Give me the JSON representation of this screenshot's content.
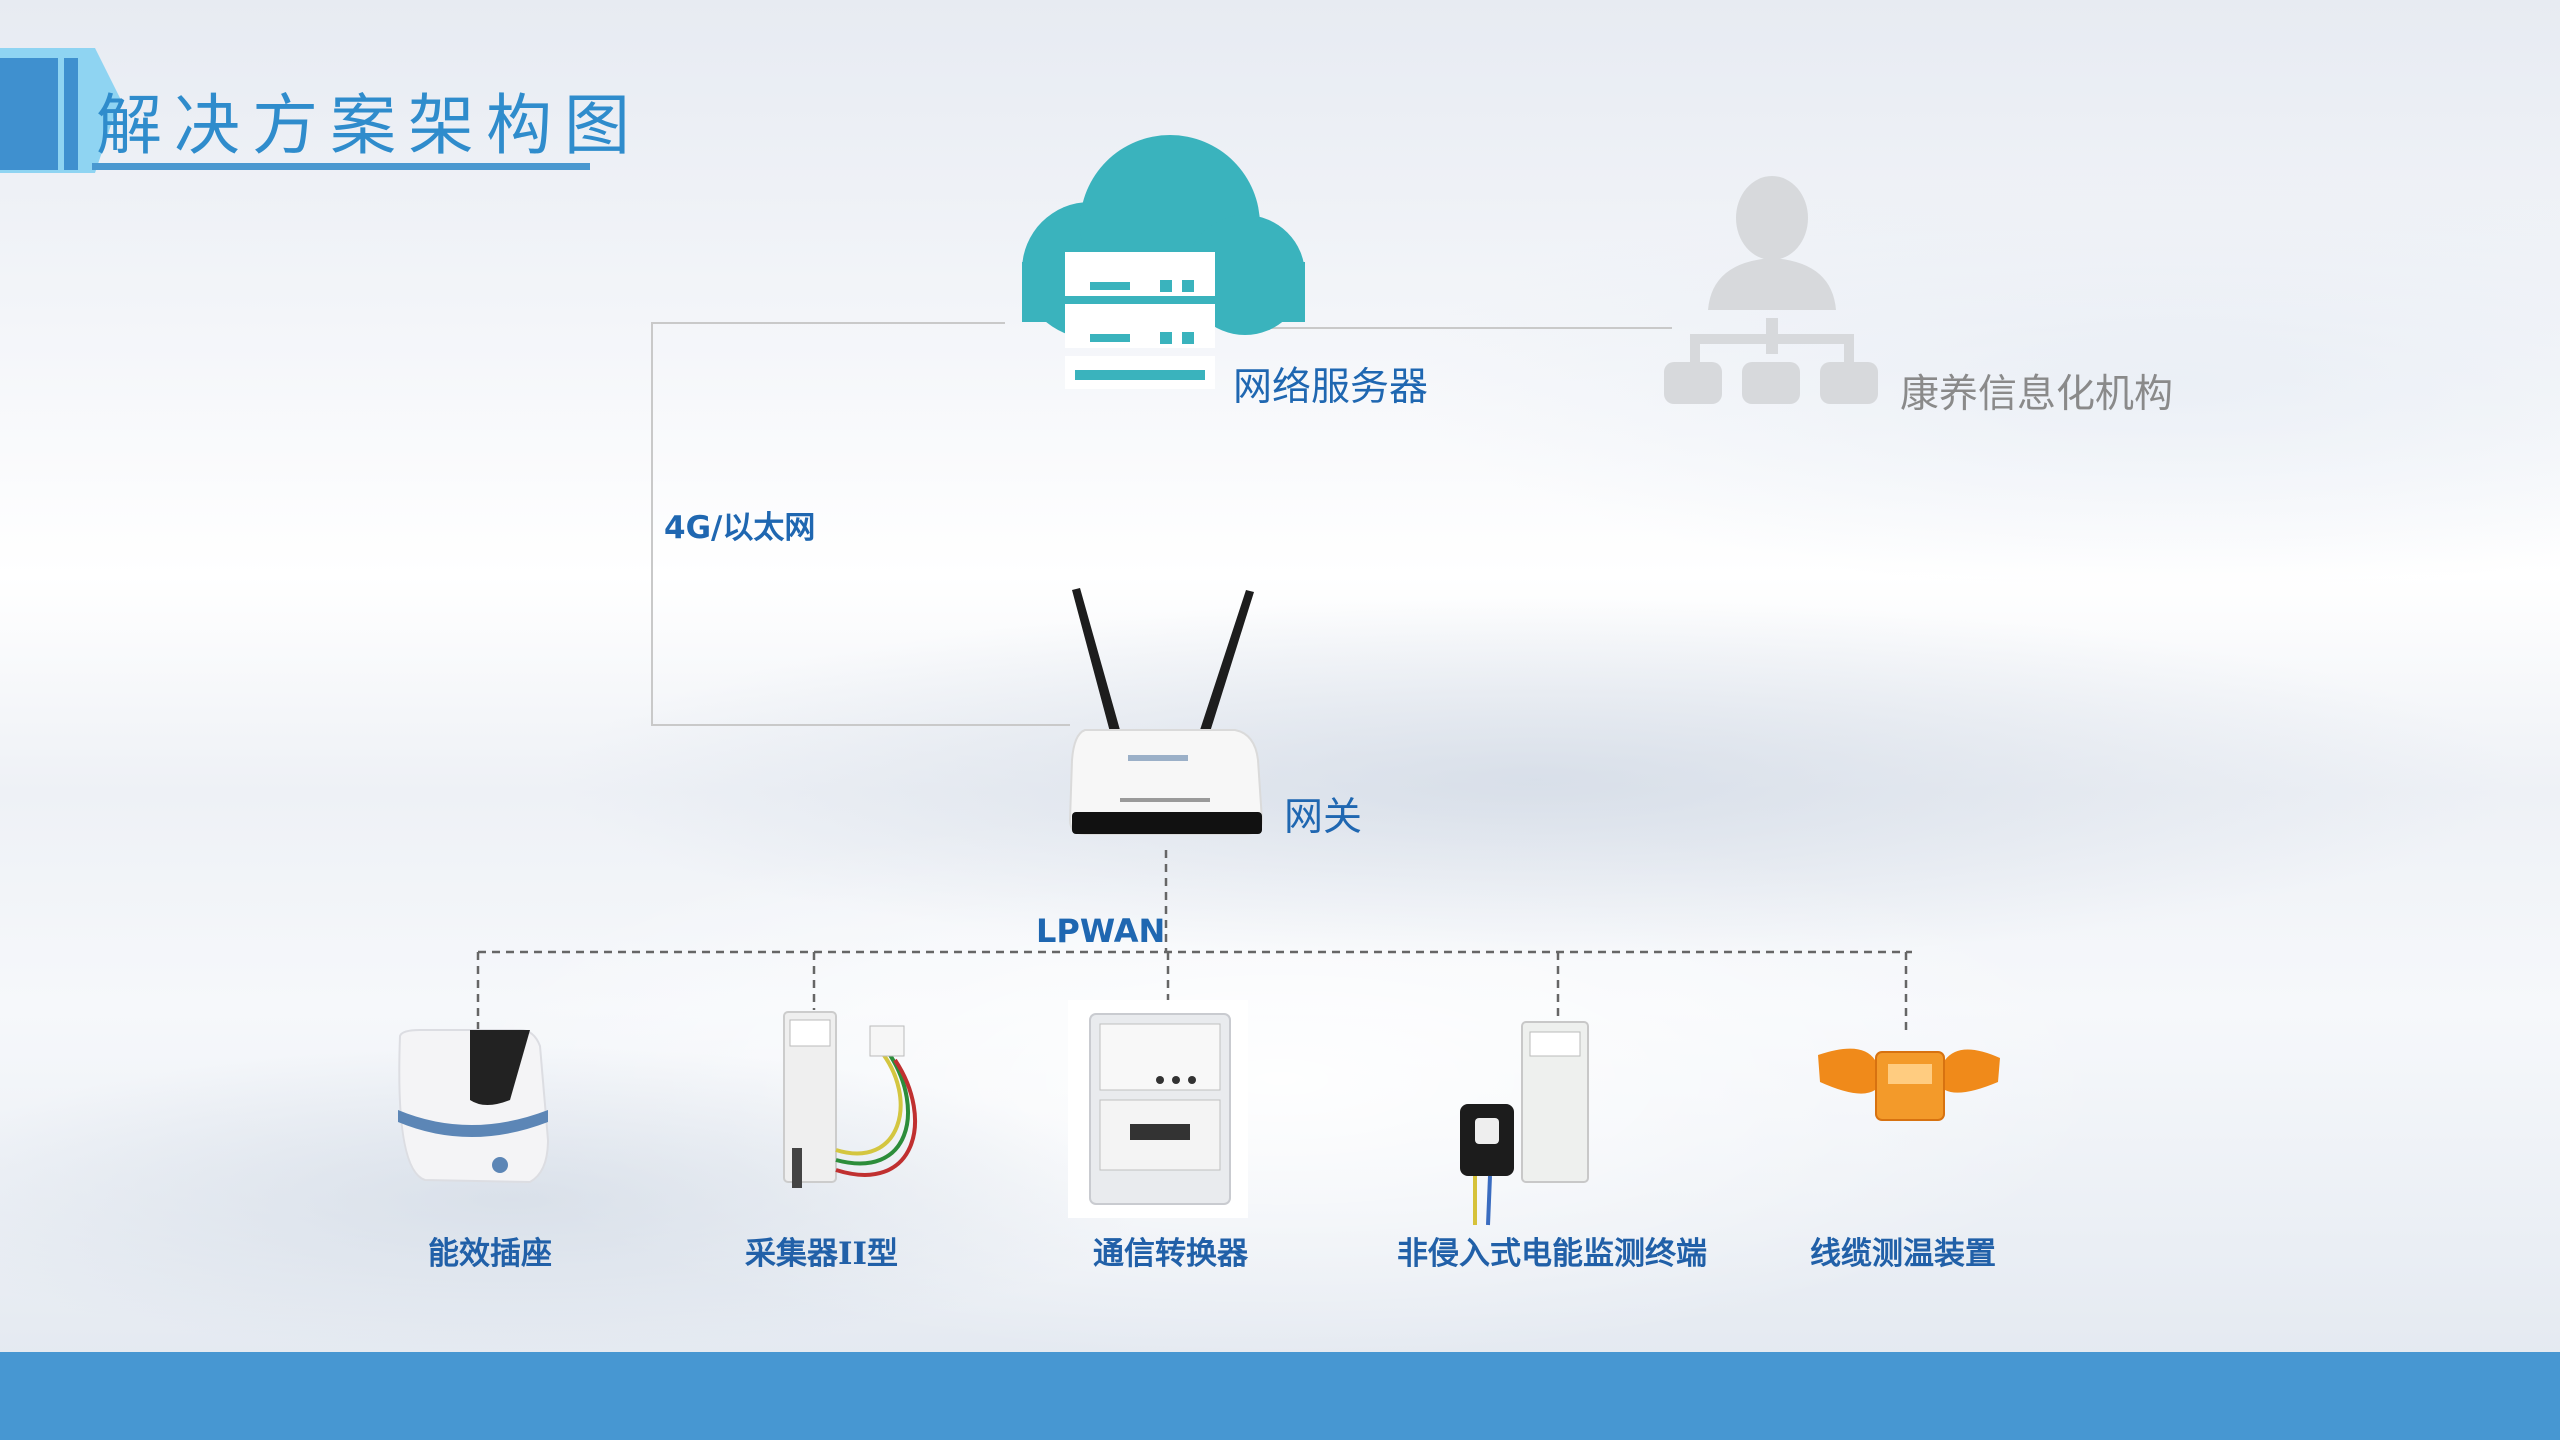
{
  "page": {
    "title": "解决方案架构图"
  },
  "nodes": {
    "server": {
      "label": "网络服务器"
    },
    "organization": {
      "label": "康养信息化机构"
    },
    "gateway": {
      "label": "网关"
    }
  },
  "links": {
    "uplink": "4G/以太网",
    "downlink": "LPWAN"
  },
  "devices": [
    {
      "label": "能效插座"
    },
    {
      "label": "采集器II型"
    },
    {
      "label": "通信转换器"
    },
    {
      "label": "非侵入式电能监测终端"
    },
    {
      "label": "线缆测温装置"
    }
  ],
  "colors": {
    "title": "#2f8ccc",
    "label_blue": "#1f67b1",
    "cloud": "#3ab3bd",
    "bottom_bar": "#4797d2",
    "org_icon": "#d7d9dc"
  }
}
